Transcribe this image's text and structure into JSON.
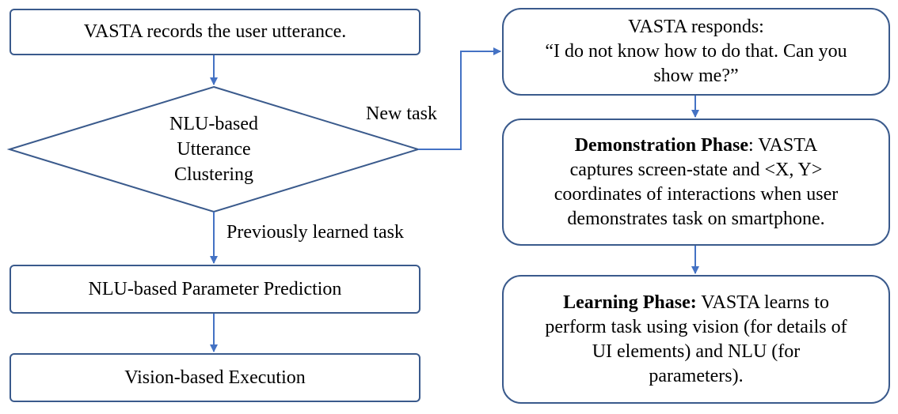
{
  "flow": {
    "record": "VASTA records the user utterance.",
    "cluster_lines": [
      "NLU-based",
      "Utterance",
      "Clustering"
    ],
    "branch_new": "New task",
    "branch_prev": "Previously learned task",
    "param": "NLU-based Parameter Prediction",
    "exec": "Vision-based Execution",
    "respond_lines": [
      "VASTA responds:",
      "“I do not know how to do that. Can you",
      "show me?”"
    ],
    "demo_title": "Demonstration Phase",
    "demo_lines": [
      ": VASTA",
      "captures screen-state and <X, Y>",
      "coordinates of interactions when user",
      "demonstrates task on smartphone."
    ],
    "learn_title": "Learning Phase:",
    "learn_lines": [
      " VASTA learns to",
      "perform task using vision (for details of",
      "UI elements) and NLU (for",
      "parameters)."
    ]
  },
  "colors": {
    "stroke": "#3a5a8c",
    "arrow": "#4472c4"
  }
}
